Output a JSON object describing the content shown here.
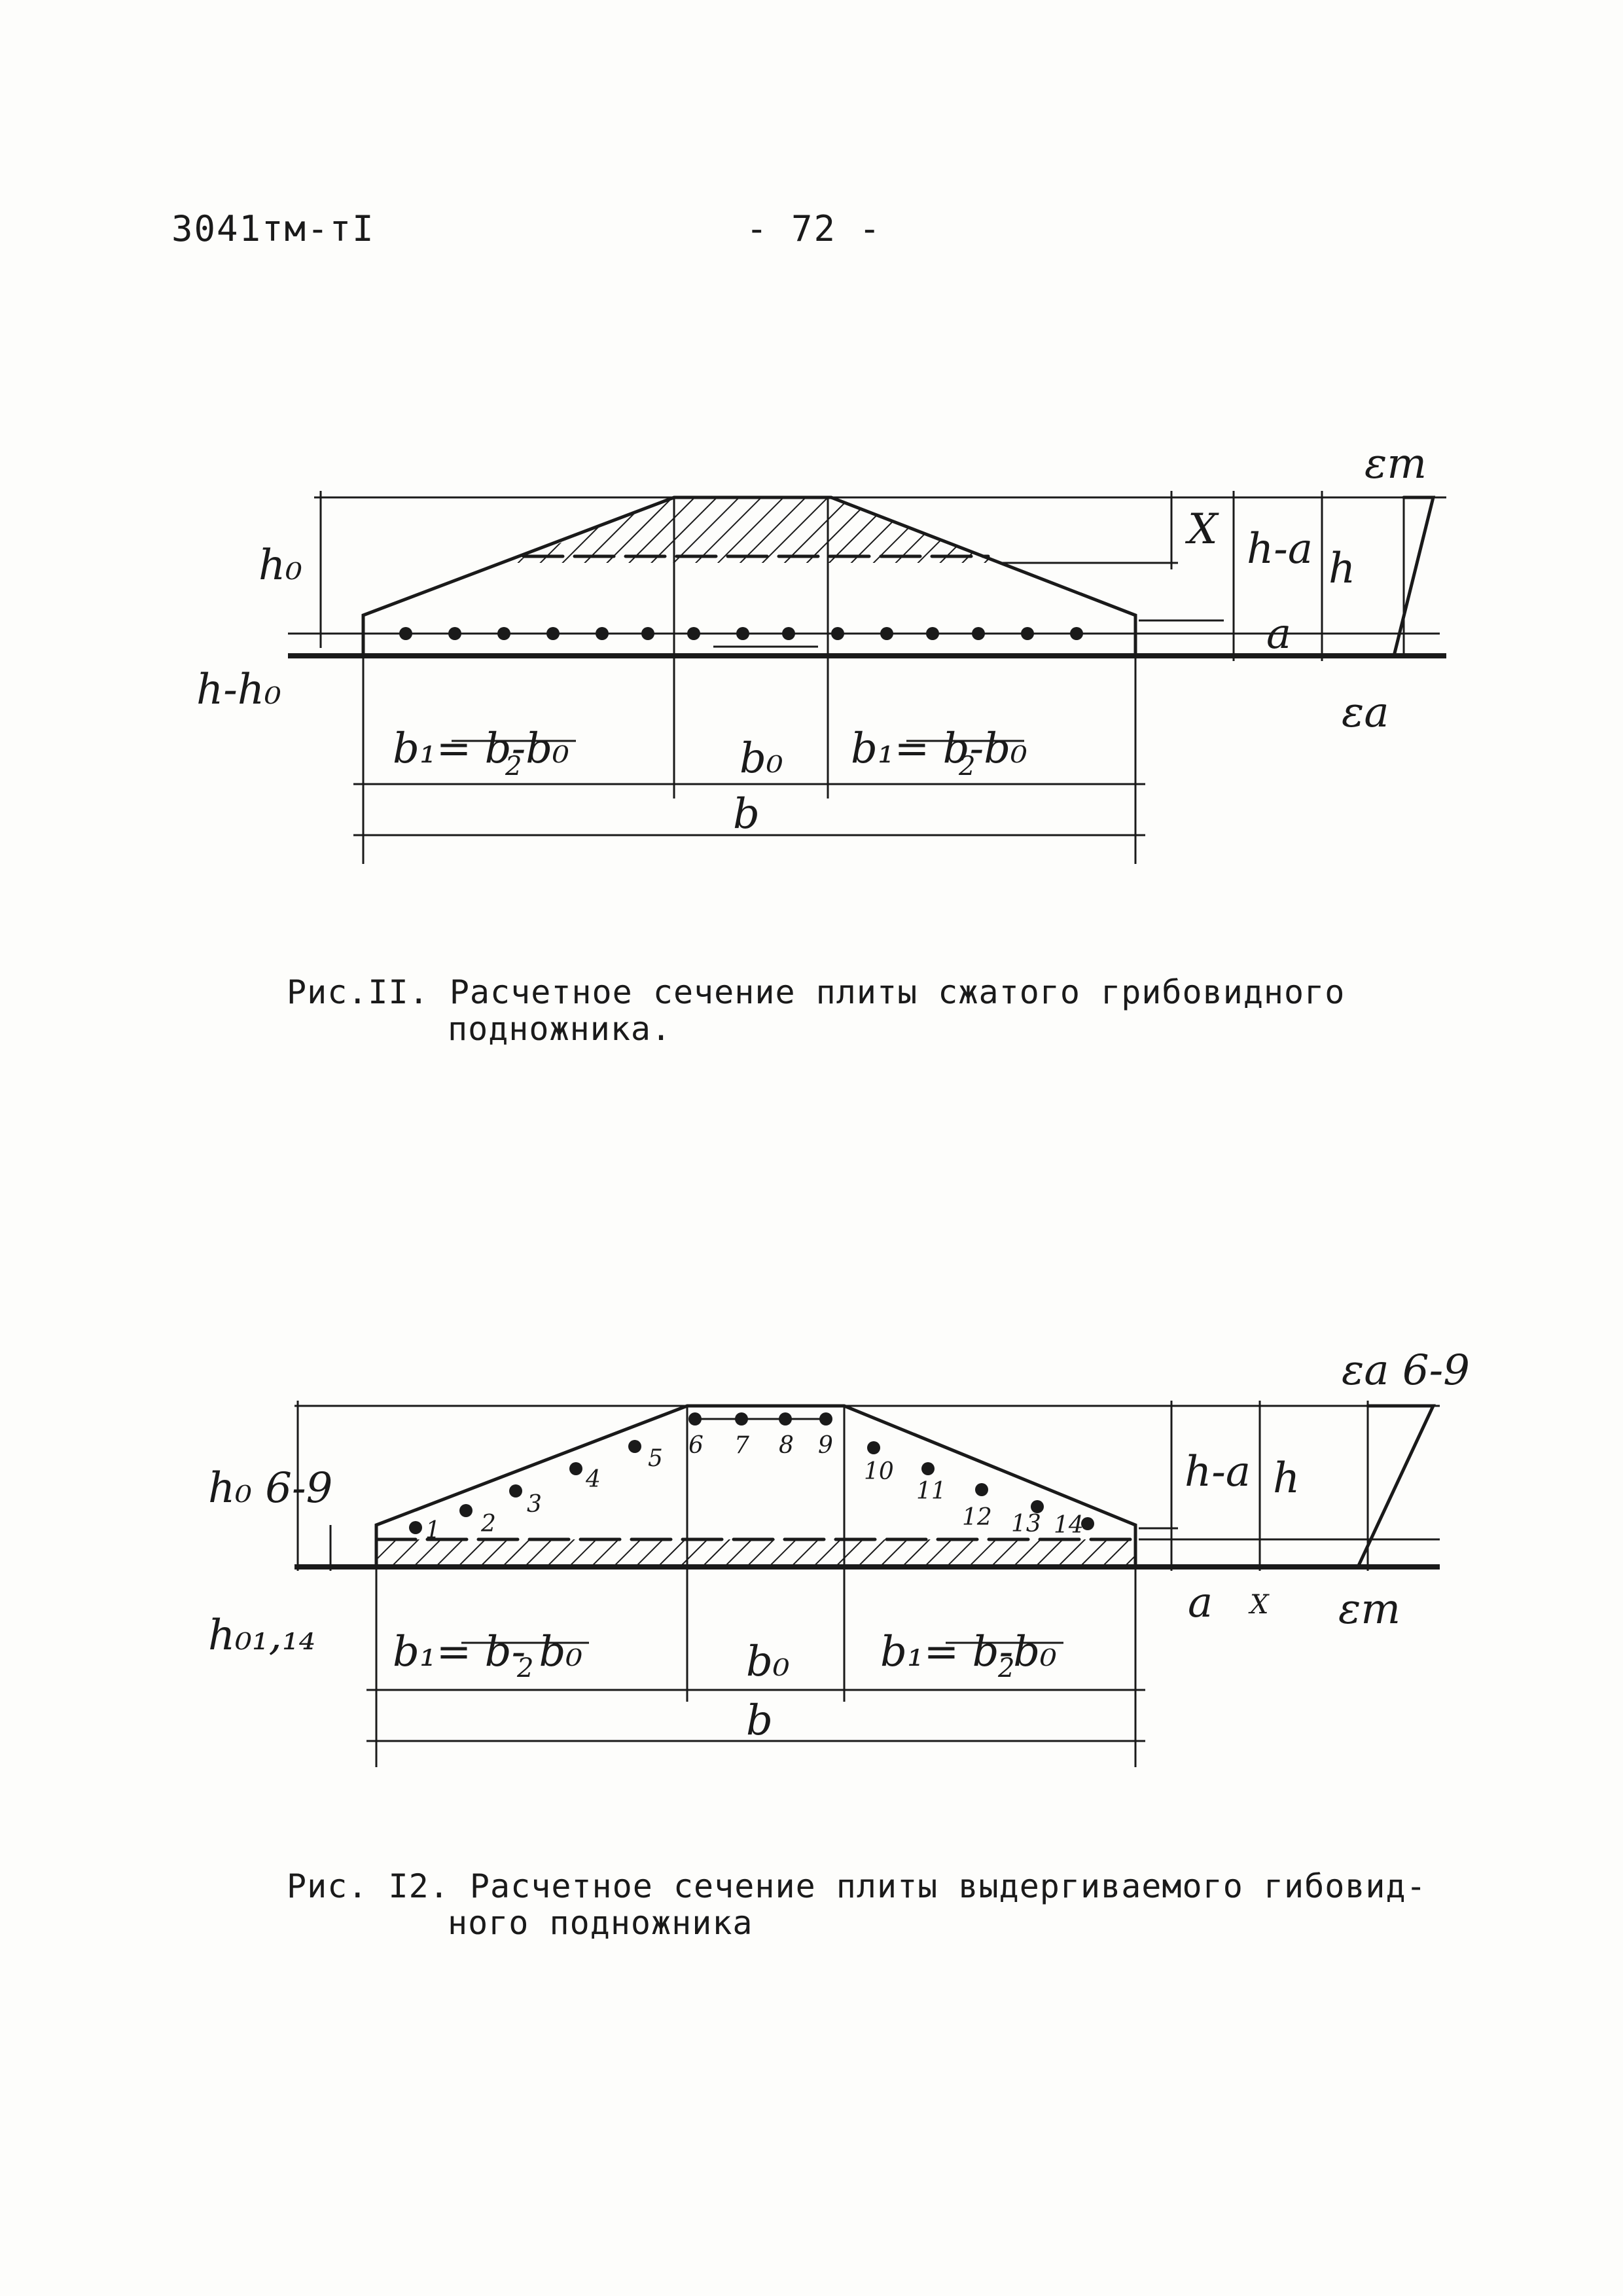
{
  "header": {
    "doc_code": "3041тм-тI",
    "page_number": "- 72 -"
  },
  "figure1": {
    "caption_line1": "Рис.II. Расчетное сечение плиты сжатого грибовидного",
    "caption_line2": "подножника.",
    "labels": {
      "h0": "h₀",
      "h_minus_h0": "h-h₀",
      "x": "X",
      "h_minus_a": "h-a",
      "h": "h",
      "a": "a",
      "eps_m": "εm",
      "eps_a": "εa",
      "b1_left": "b₁= b-b₀",
      "b1_left_den": "2",
      "b0": "b₀",
      "b1_right": "b₁= b-b₀",
      "b1_right_den": "2",
      "b": "b"
    }
  },
  "figure2": {
    "caption_line1": "Рис. I2. Расчетное сечение плиты выдергиваемого гибовид-",
    "caption_line2": "ного подножника",
    "labels": {
      "h0_69": "h₀ 6-9",
      "h0_114": "h₀₁,₁₄",
      "h_minus_a": "h-a",
      "h": "h",
      "a": "a",
      "x": "X",
      "eps_a69": "εa 6-9",
      "eps_m": "εm",
      "b1_left": "b₁= b- b₀",
      "b1_left_den": "2",
      "b0": "b₀",
      "b1_right": "b₁= b-b₀",
      "b1_right_den": "2",
      "b": "b"
    },
    "bar_numbers": [
      "1",
      "2",
      "3",
      "4",
      "5",
      "6",
      "7",
      "8",
      "9",
      "10",
      "11",
      "12",
      "13",
      "14"
    ]
  }
}
